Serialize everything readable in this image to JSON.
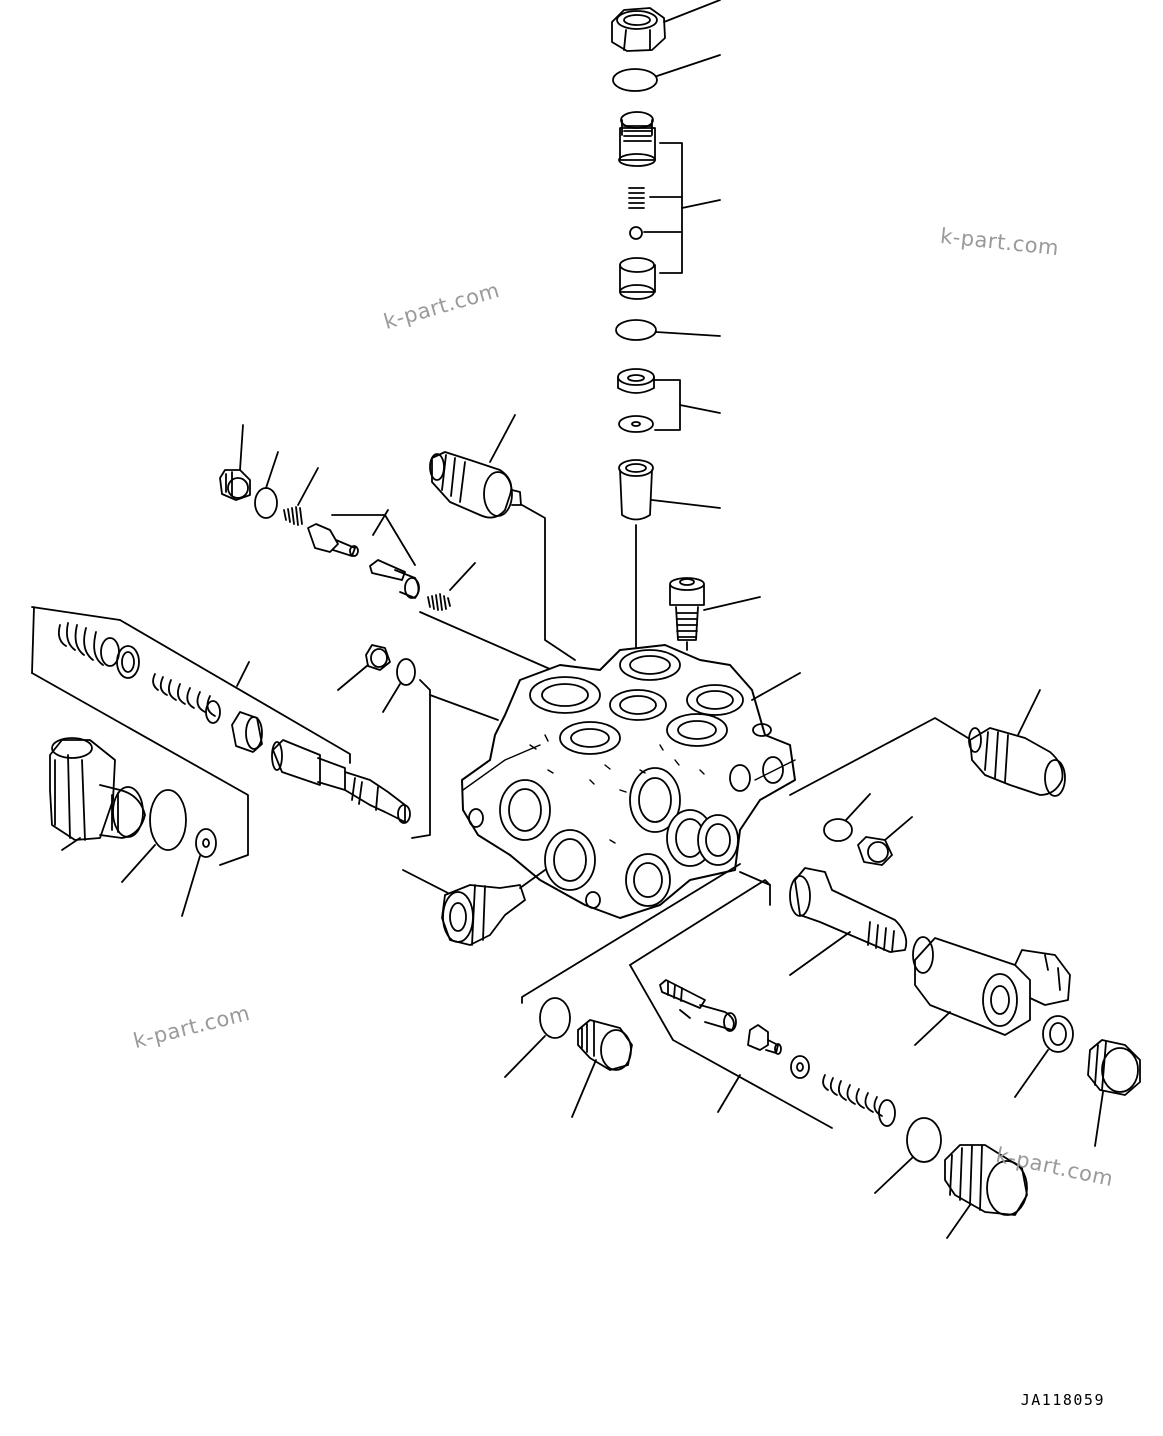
{
  "drawing_code": "JA118059",
  "watermarks": [
    "k-part.com",
    "k-part.com",
    "k-part.com",
    "k-part.com"
  ],
  "colors": {
    "line": "#000000",
    "background": "#ffffff",
    "watermark": "#9a9a9a"
  }
}
